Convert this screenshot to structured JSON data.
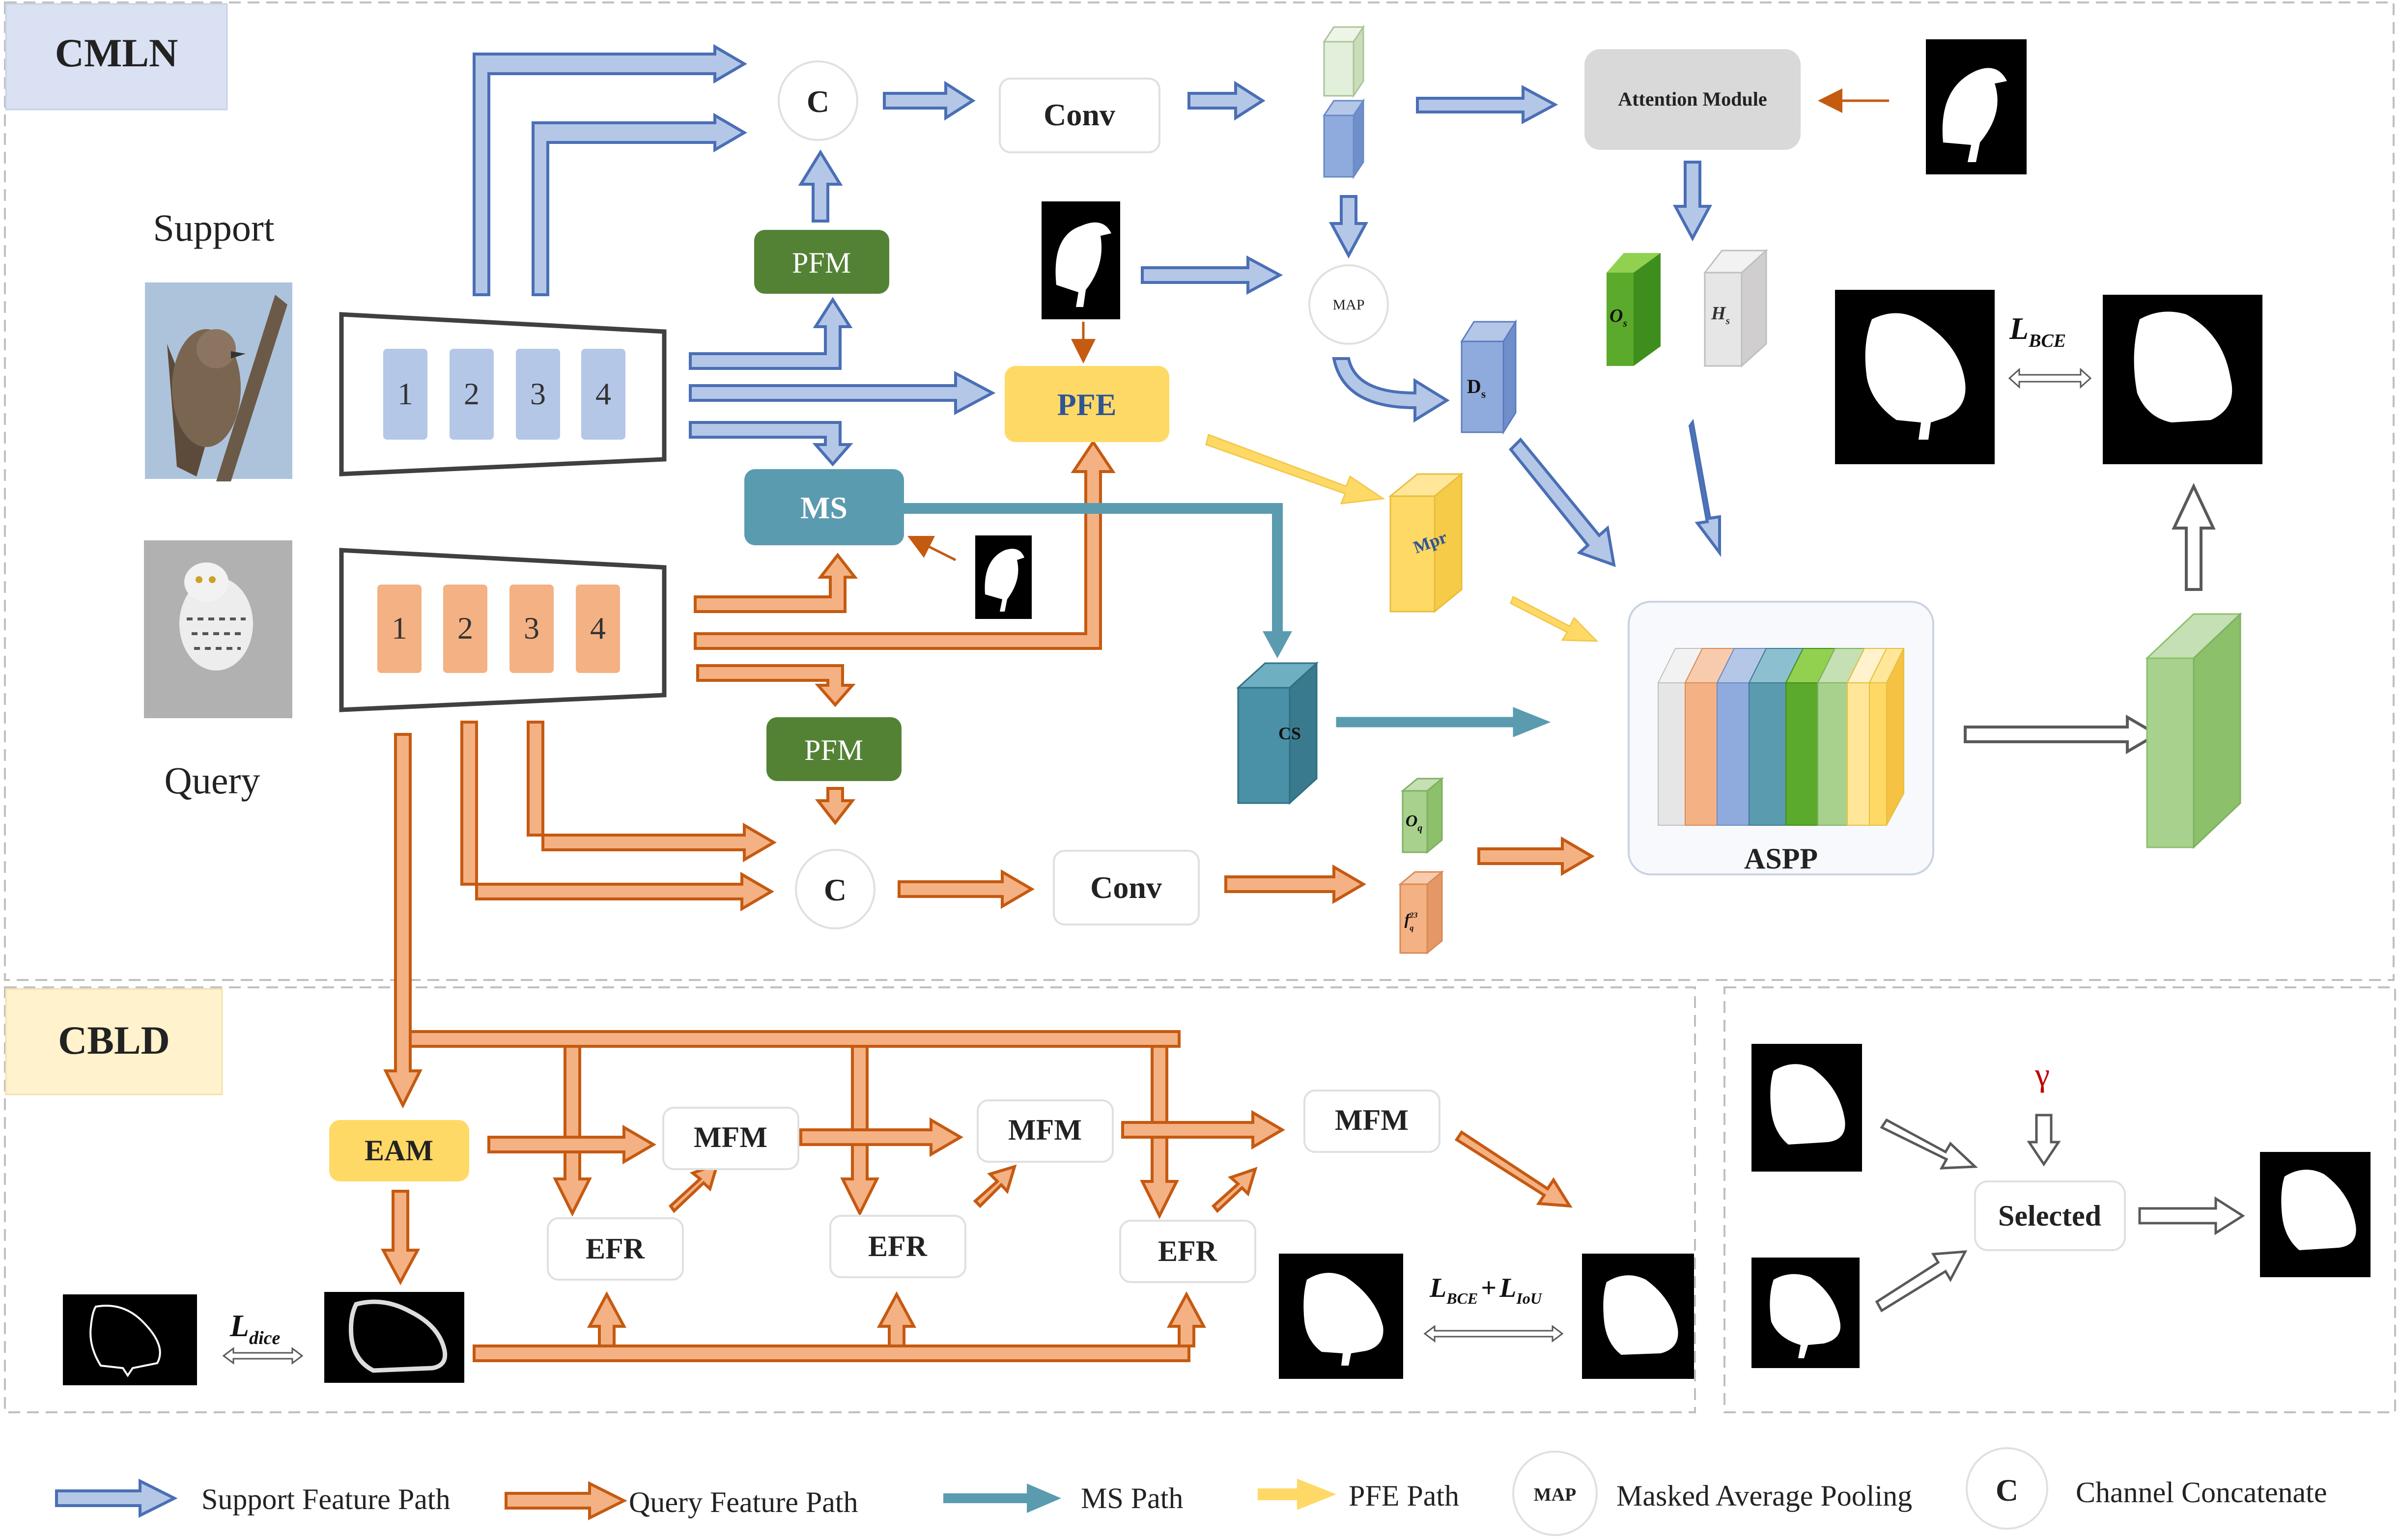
{
  "sections": {
    "cmln": "CMLN",
    "cbld": "CBLD"
  },
  "images": {
    "support": "Support",
    "query": "Query"
  },
  "encoder": {
    "support_stages": [
      "1",
      "2",
      "3",
      "4"
    ],
    "query_stages": [
      "1",
      "2",
      "3",
      "4"
    ]
  },
  "modules": {
    "concat_top": "C",
    "conv_top": "Conv",
    "pfm_support": "PFM",
    "pfe": "PFE",
    "ms": "MS",
    "pfm_query": "PFM",
    "concat_bottom": "C",
    "conv_bottom": "Conv",
    "attention": "Attention Module",
    "map": "MAP",
    "aspp": "ASPP",
    "eam": "EAM",
    "mfm": [
      "MFM",
      "MFM",
      "MFM"
    ],
    "efr": [
      "EFR",
      "EFR",
      "EFR"
    ],
    "selected": "Selected"
  },
  "features": {
    "os": "O",
    "os_sub": "s",
    "hs": "H",
    "hs_sub": "s",
    "ds": "D",
    "ds_sub": "s",
    "mpr": "Mpr",
    "cs": "CS",
    "oq": "O",
    "oq_sub": "q",
    "fq": "f",
    "fq_sup": "23",
    "fq_sub": "q"
  },
  "losses": {
    "bce": "L",
    "bce_sub": "BCE",
    "dice": "L",
    "dice_sub": "dice",
    "bce_iou_a": "L",
    "bce_iou_a_sub": "BCE",
    "plus": "+",
    "bce_iou_b": "L",
    "bce_iou_b_sub": "IoU",
    "gamma": "γ"
  },
  "legend": {
    "support_path": "Support Feature Path",
    "query_path": "Query Feature Path",
    "ms_path": "MS Path",
    "pfe_path": "PFE Path",
    "map_icon": "MAP",
    "map_label": "Masked Average Pooling",
    "concat_icon": "C",
    "concat_label": "Channel Concatenate"
  },
  "colors": {
    "support_arrow": "#A9BDE6",
    "support_stroke": "#4A6FB5",
    "query_arrow": "#F4B183",
    "query_stroke": "#C55A11",
    "ms_path": "#5B9BB0",
    "pfe_path": "#FFD966",
    "pfm_green": "#548235",
    "ms_blue": "#5B9BB0",
    "pfe_yellow": "#FFD966",
    "cmln_label_bg": "#D9E1F2",
    "cbld_label_bg": "#FFF2CC"
  }
}
